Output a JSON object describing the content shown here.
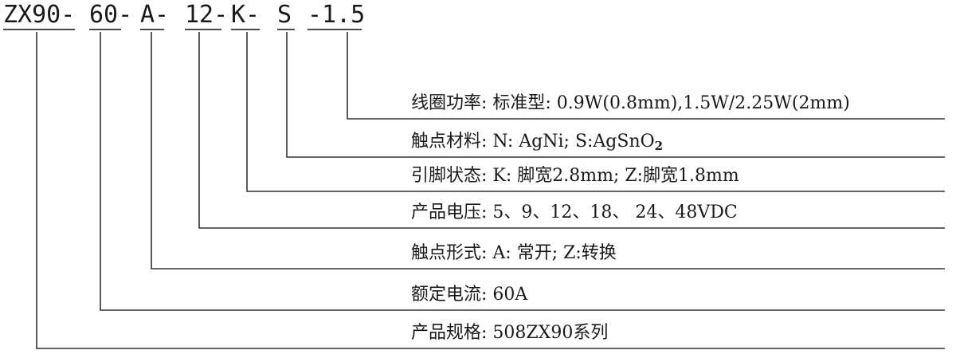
{
  "code_segments": [
    {
      "text": "ZX90-",
      "name": "code-seg-series"
    },
    {
      "text": "60-",
      "name": "code-seg-current"
    },
    {
      "text": "A-",
      "name": "code-seg-contact-form"
    },
    {
      "text": "12-",
      "name": "code-seg-voltage"
    },
    {
      "text": "K-",
      "name": "code-seg-pin"
    },
    {
      "text": "S",
      "name": "code-seg-material"
    },
    {
      "text": "-1.5",
      "name": "code-seg-coil-power"
    }
  ],
  "descriptions": [
    {
      "text": "线圈功率: 标准型: 0.9W(0.8mm),1.5W/2.25W(2mm)",
      "sub": "",
      "name": "desc-coil-power"
    },
    {
      "text": "触点材料: N: AgNi;     S:AgSnO",
      "sub": "2",
      "name": "desc-contact-material"
    },
    {
      "text": "引脚状态: K: 脚宽2.8mm; Z:脚宽1.8mm",
      "sub": "",
      "name": "desc-pin-state"
    },
    {
      "text": "产品电压: 5、9、12、18、 24、48VDC",
      "sub": "",
      "name": "desc-product-voltage"
    },
    {
      "text": "触点形式: A: 常开; Z:转换",
      "sub": "",
      "name": "desc-contact-form"
    },
    {
      "text": "额定电流: 60A",
      "sub": "",
      "name": "desc-rated-current"
    },
    {
      "text": "产品规格: 508ZX90系列",
      "sub": "",
      "name": "desc-product-spec"
    }
  ]
}
